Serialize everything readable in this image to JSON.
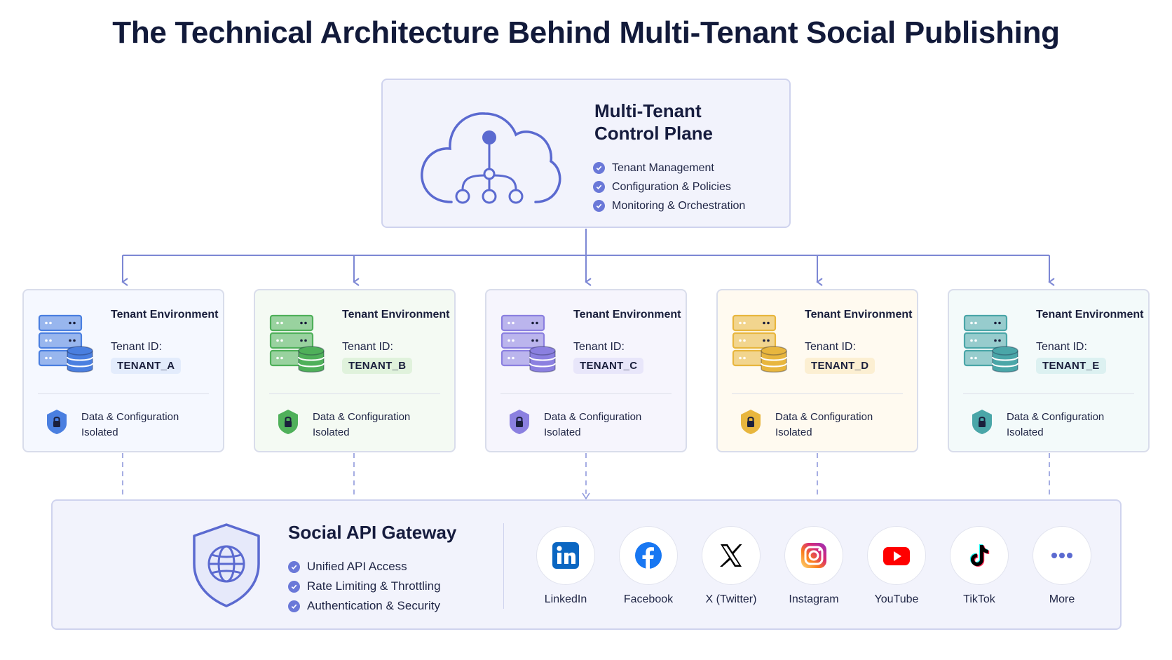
{
  "title": "The Technical Architecture Behind Multi-Tenant Social Publishing",
  "control_plane": {
    "title_line1": "Multi-Tenant",
    "title_line2": "Control Plane",
    "features": [
      "Tenant Management",
      "Configuration & Policies",
      "Monitoring & Orchestration"
    ],
    "accent": "#5b6ad0"
  },
  "tenants": [
    {
      "heading": "Tenant Environment",
      "id_label": "Tenant ID:",
      "id": "TENANT_A",
      "note_line1": "Data & Configuration",
      "note_line2": "Isolated",
      "color": "#4a7fe0",
      "bg": "#f5f8ff",
      "pill": "#e3ecfc"
    },
    {
      "heading": "Tenant Environment",
      "id_label": "Tenant ID:",
      "id": "TENANT_B",
      "note_line1": "Data & Configuration",
      "note_line2": "Isolated",
      "color": "#4fb05a",
      "bg": "#f4faf3",
      "pill": "#e0f2dc"
    },
    {
      "heading": "Tenant Environment",
      "id_label": "Tenant ID:",
      "id": "TENANT_C",
      "note_line1": "Data & Configuration",
      "note_line2": "Isolated",
      "color": "#8b80e0",
      "bg": "#f6f5fd",
      "pill": "#e8e6fa"
    },
    {
      "heading": "Tenant Environment",
      "id_label": "Tenant ID:",
      "id": "TENANT_D",
      "note_line1": "Data & Configuration",
      "note_line2": "Isolated",
      "color": "#e8b63e",
      "bg": "#fffaf0",
      "pill": "#fcefd2"
    },
    {
      "heading": "Tenant Environment",
      "id_label": "Tenant ID:",
      "id": "TENANT_E",
      "note_line1": "Data & Configuration",
      "note_line2": "Isolated",
      "color": "#4aa6a8",
      "bg": "#f3fafa",
      "pill": "#dcf1f1"
    }
  ],
  "gateway": {
    "title": "Social API Gateway",
    "features": [
      "Unified API Access",
      "Rate Limiting & Throttling",
      "Authentication & Security"
    ],
    "platforms": [
      {
        "label": "LinkedIn",
        "icon": "linkedin-icon",
        "color": "#0a66c2"
      },
      {
        "label": "Facebook",
        "icon": "facebook-icon",
        "color": "#1877f2"
      },
      {
        "label": "X (Twitter)",
        "icon": "x-icon",
        "color": "#000000"
      },
      {
        "label": "Instagram",
        "icon": "instagram-icon",
        "color": "#e1306c"
      },
      {
        "label": "YouTube",
        "icon": "youtube-icon",
        "color": "#ff0000"
      },
      {
        "label": "TikTok",
        "icon": "tiktok-icon",
        "color": "#010101"
      },
      {
        "label": "More",
        "icon": "more-icon",
        "color": "#5b6ad0"
      }
    ]
  }
}
